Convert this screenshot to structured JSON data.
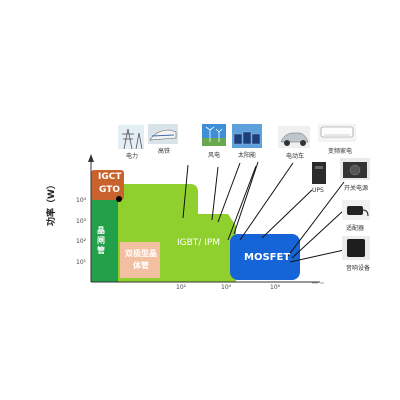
{
  "y_axis_label": "功率（W）",
  "y_ticks": [
    "10⁴",
    "10³",
    "10²",
    "10¹"
  ],
  "x_ticks": [
    "10²",
    "10⁴",
    "10⁶"
  ],
  "regions": {
    "igct": "IGCT",
    "gto": "GTO",
    "thyristor": "晶闸管",
    "bipolar": "双极型晶体管",
    "igbt_ipm": "IGBT/ IPM",
    "mosfet": "MOSFET"
  },
  "applications": {
    "power": "电力",
    "rail": "高铁",
    "wind": "风电",
    "solar": "太阳能",
    "ev": "电动车",
    "ac": "变频家电",
    "ups": "UPS",
    "switching_psu": "开关电源",
    "adapter": "适配器",
    "home": "音响设备"
  },
  "colors": {
    "igct_gto": "#c8632e",
    "thyristor": "#22a04a",
    "bipolar": "#f2bfa0",
    "igbt_ipm": "#8fcf2e",
    "mosfet": "#1565d8"
  }
}
